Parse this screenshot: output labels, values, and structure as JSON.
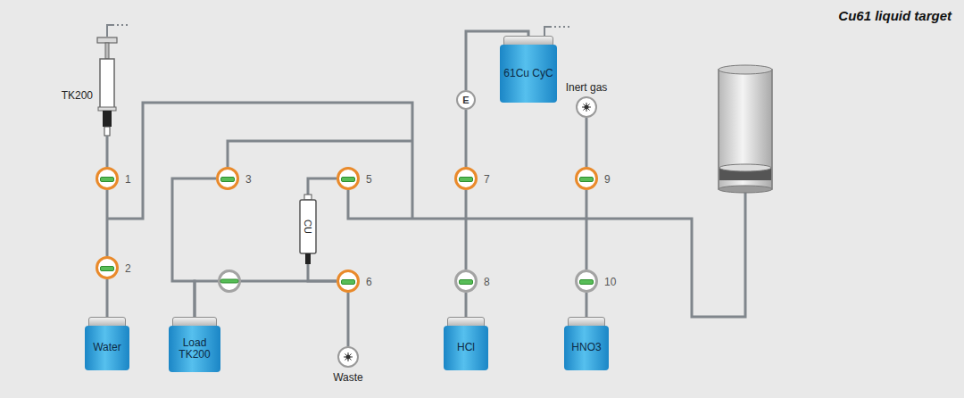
{
  "diagram": {
    "title": "Cu61 liquid target",
    "nodes": [
      {
        "text": [
          "TK200"
        ]
      },
      {
        "text": [
          "1"
        ]
      },
      {
        "text": [
          "2"
        ]
      },
      {
        "text": [
          "Water"
        ]
      },
      {
        "text": [
          "3"
        ]
      },
      {
        "text": [
          "5"
        ]
      },
      {
        "text": [
          "CU"
        ]
      },
      {
        "text": [
          "Load TK200"
        ]
      },
      {
        "text": [
          "6"
        ]
      },
      {
        "text": [
          "Waste"
        ]
      },
      {
        "text": [
          "61Cu CyC"
        ]
      },
      {
        "text": [
          "E"
        ]
      },
      {
        "text": [
          "7"
        ]
      },
      {
        "text": [
          "8"
        ]
      },
      {
        "text": [
          "HCl"
        ]
      },
      {
        "text": [
          "Inert gas"
        ]
      },
      {
        "text": [
          "9"
        ]
      },
      {
        "text": [
          "10"
        ]
      },
      {
        "text": [
          "HNO3"
        ]
      }
    ],
    "edges": [
      {
        "from": 0,
        "to": 1,
        "arrow": "none"
      },
      {
        "from": 1,
        "to": 2,
        "arrow": "none"
      },
      {
        "from": 2,
        "to": 3,
        "arrow": "none"
      },
      {
        "from": 4,
        "to": 7,
        "arrow": "none"
      },
      {
        "from": 7,
        "to": 8,
        "arrow": "none"
      },
      {
        "from": 6,
        "to": 8,
        "arrow": "none"
      },
      {
        "from": 6,
        "to": 5,
        "arrow": "none"
      },
      {
        "from": 8,
        "to": 9,
        "arrow": "none"
      },
      {
        "from": 11,
        "to": 10,
        "arrow": "none"
      },
      {
        "from": 11,
        "to": 12,
        "arrow": "none"
      },
      {
        "from": 12,
        "to": 13,
        "arrow": "none"
      },
      {
        "from": 13,
        "to": 14,
        "arrow": "none"
      },
      {
        "from": 15,
        "to": 16,
        "arrow": "none"
      },
      {
        "from": 16,
        "to": 17,
        "arrow": "none"
      },
      {
        "from": 17,
        "to": 18,
        "arrow": "none"
      }
    ]
  }
}
